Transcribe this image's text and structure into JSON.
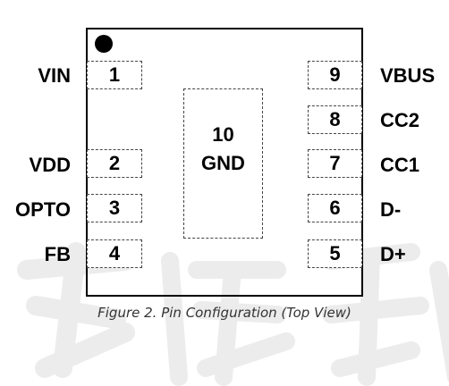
{
  "caption": "Figure 2. Pin Configuration (Top View)",
  "center_pad": {
    "number": "10",
    "name": "GND"
  },
  "left_pins": [
    {
      "number": "1",
      "name": "VIN"
    },
    {
      "number": "2",
      "name": "VDD"
    },
    {
      "number": "3",
      "name": "OPTO"
    },
    {
      "number": "4",
      "name": "FB"
    }
  ],
  "right_pins": [
    {
      "number": "9",
      "name": "VBUS"
    },
    {
      "number": "8",
      "name": "CC2"
    },
    {
      "number": "7",
      "name": "CC1"
    },
    {
      "number": "6",
      "name": "D-"
    },
    {
      "number": "5",
      "name": "D+"
    }
  ],
  "colors": {
    "outline": "#000000",
    "pad_border": "#444444",
    "caption": "#333333",
    "watermark": "#ebebeb"
  }
}
